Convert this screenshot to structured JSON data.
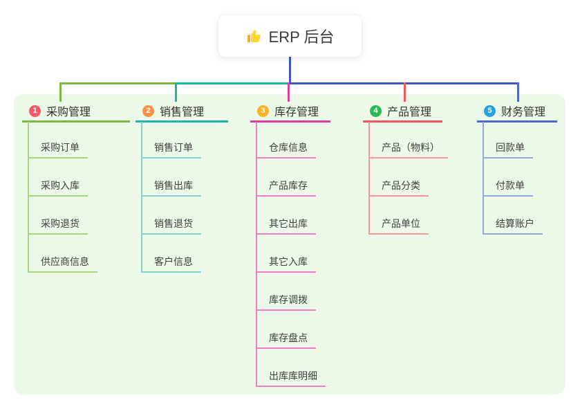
{
  "root": {
    "label": "ERP 后台",
    "icon": "thumbs-up-icon",
    "connector_color": "#3c56c5",
    "card_background": "#ffffff"
  },
  "panel": {
    "background": "#ecf8e8"
  },
  "branches": [
    {
      "index": "1",
      "label": "采购管理",
      "badge_color": "#f8566b",
      "line_color": "#7cb93e",
      "child_line_color": "#a9d57d",
      "children": [
        "采购订单",
        "采购入库",
        "采购退货",
        "供应商信息"
      ]
    },
    {
      "index": "2",
      "label": "销售管理",
      "badge_color": "#ff8f45",
      "line_color": "#1db5ab",
      "child_line_color": "#82d2cb",
      "children": [
        "销售订单",
        "销售出库",
        "销售退货",
        "客户信息"
      ]
    },
    {
      "index": "3",
      "label": "库存管理",
      "badge_color": "#ffb224",
      "line_color": "#e23a9e",
      "child_line_color": "#f07fc1",
      "children": [
        "仓库信息",
        "产品库存",
        "其它出库",
        "其它入库",
        "库存调拨",
        "库存盘点",
        "出库库明细"
      ]
    },
    {
      "index": "4",
      "label": "产品管理",
      "badge_color": "#2eba52",
      "line_color": "#f5555c",
      "child_line_color": "#f8959a",
      "children": [
        "产品（物料）",
        "产品分类",
        "产品单位"
      ]
    },
    {
      "index": "5",
      "label": "财务管理",
      "badge_color": "#23a2de",
      "line_color": "#4a69cf",
      "child_line_color": "#93a7e0",
      "children": [
        "回款单",
        "付款单",
        "结算账户"
      ]
    }
  ]
}
